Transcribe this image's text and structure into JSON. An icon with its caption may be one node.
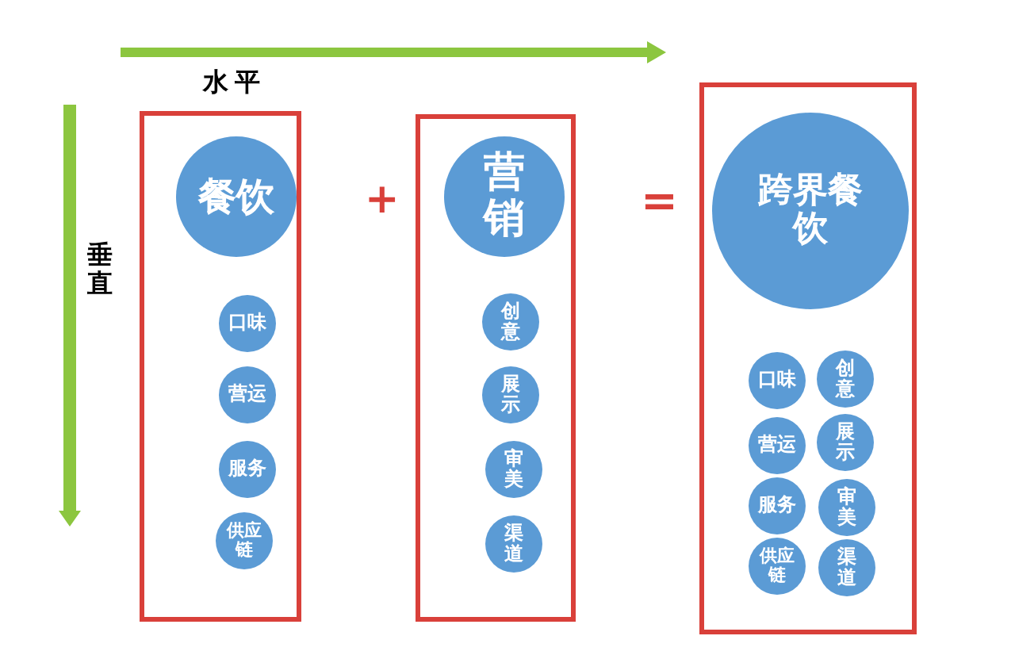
{
  "diagram": {
    "nodes": [
      {
        "text": [],
        "shape": "box"
      },
      {
        "text": [
          "餐饮"
        ],
        "in": 0
      },
      {
        "text": [
          "口味"
        ],
        "in": 0
      },
      {
        "text": [
          "营运"
        ],
        "in": 0
      },
      {
        "text": [
          "服务"
        ],
        "in": 0
      },
      {
        "text": [
          "供应链"
        ],
        "in": 0
      },
      {
        "text": [],
        "shape": "box"
      },
      {
        "text": [
          "营销"
        ],
        "in": 6
      },
      {
        "text": [
          "创意"
        ],
        "in": 6
      },
      {
        "text": [
          "展示"
        ],
        "in": 6
      },
      {
        "text": [
          "审美"
        ],
        "in": 6
      },
      {
        "text": [
          "渠道"
        ],
        "in": 6
      },
      {
        "text": [],
        "shape": "box"
      },
      {
        "text": [
          "跨界餐饮"
        ],
        "in": 12
      },
      {
        "text": [
          "口味"
        ],
        "in": 12
      },
      {
        "text": [
          "创意"
        ],
        "in": 12
      },
      {
        "text": [
          "营运"
        ],
        "in": 12
      },
      {
        "text": [
          "展示"
        ],
        "in": 12
      },
      {
        "text": [
          "服务"
        ],
        "in": 12
      },
      {
        "text": [
          "审美"
        ],
        "in": 12
      },
      {
        "text": [
          "供应链"
        ],
        "in": 12
      },
      {
        "text": [
          "渠道"
        ],
        "in": 12
      }
    ],
    "labels": [
      "水平",
      "垂直",
      "+",
      "="
    ]
  }
}
